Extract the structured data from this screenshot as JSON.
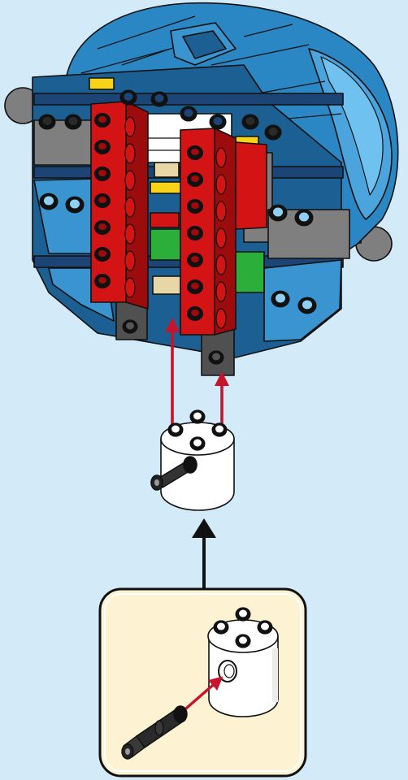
{
  "page": {
    "background": "#d3ebf8"
  },
  "colors": {
    "blue_dark": "#1b5f93",
    "blue_mid": "#2b86c4",
    "blue_light": "#4ba4dc",
    "blue_shade": "#3a94cf",
    "stripe_navy": "#1c4576",
    "red_beam": "#d41414",
    "red_shade": "#9c0c0c",
    "gray": "#7f7f7f",
    "gray_dark": "#505050",
    "white_brick": "#ffffff",
    "yellow": "#f7d417",
    "green": "#2cae3a",
    "tan": "#e8d7a6",
    "inset_bg": "#fdf3d2",
    "arrow_red": "#c8142a",
    "arrow_black": "#111111",
    "outline": "#111111"
  },
  "parts": {
    "main_model": "blue-dome-assembly",
    "sub_part": "white-round-2x2-brick-with-axle-pin",
    "inset_part": "black-axle-pin"
  },
  "arrows": {
    "assembly_arrows": "red",
    "inset_arrow": "black"
  }
}
